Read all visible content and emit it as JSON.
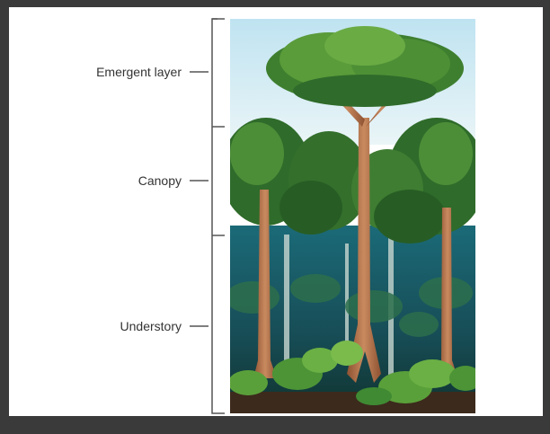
{
  "layers": [
    {
      "label": "Emergent layer"
    },
    {
      "label": "Canopy"
    },
    {
      "label": "Understory"
    }
  ],
  "colors": {
    "sky": "#cfe9f2",
    "canopy_dark": "#2f6b2a",
    "canopy_light": "#5fa23c",
    "trunk": "#b0704a",
    "understory": "#1f5a66",
    "ground": "#3c2a1c",
    "bracket": "#555555"
  }
}
